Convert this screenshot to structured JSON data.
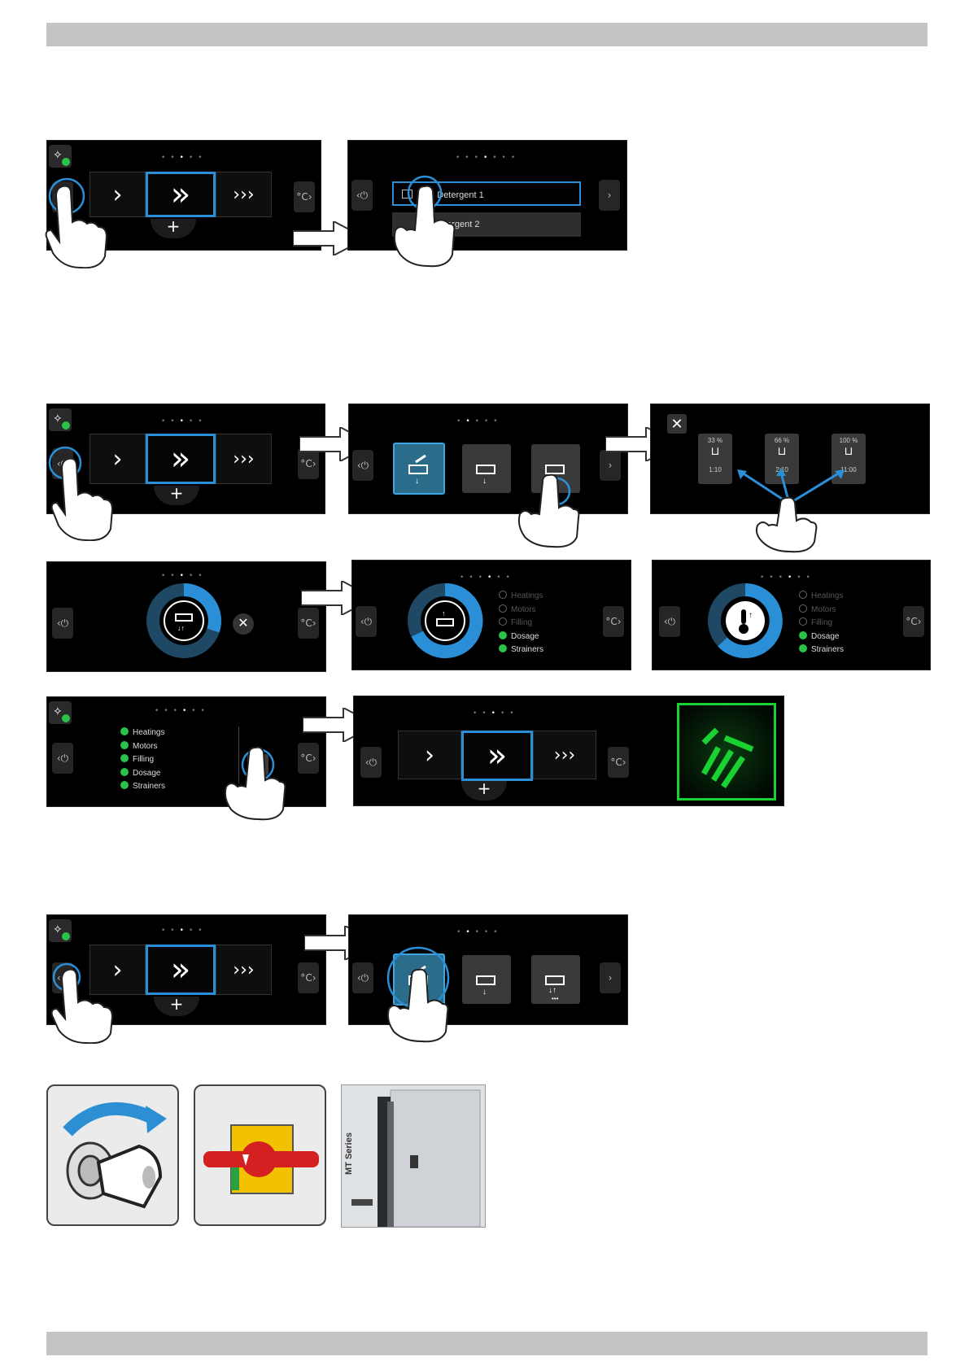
{
  "buttons": {
    "power": "‹⏻",
    "temp": "°C›",
    "next": "›",
    "plus": "+"
  },
  "programs": {
    "single": "›",
    "double": "»",
    "triple": "›››"
  },
  "detergents": [
    {
      "num": "1",
      "label": "Detergent 1"
    },
    {
      "num": "",
      "label": "Detergent 2"
    }
  ],
  "dosage_options": [
    {
      "percent": "33 %",
      "ratio": "1:10"
    },
    {
      "percent": "66 %",
      "ratio": "2:10"
    },
    {
      "percent": "100 %",
      "ratio": "11:00"
    }
  ],
  "status_items": [
    "Heatings",
    "Motors",
    "Filling",
    "Dosage",
    "Strainers"
  ],
  "status_panel1_done": [
    false,
    false,
    false,
    true,
    true
  ],
  "status_panel2_done": [
    false,
    false,
    false,
    true,
    true
  ],
  "status_panel3_done": [
    true,
    true,
    true,
    true,
    true
  ],
  "device_label": "MT Series",
  "colors": {
    "accent": "#2a8fd6",
    "ok": "#2bc24a",
    "bar": "#c4c4c4",
    "bright_green": "#19d130"
  }
}
